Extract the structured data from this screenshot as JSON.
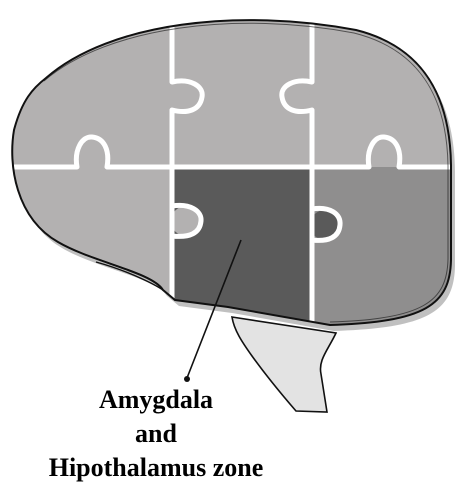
{
  "caption": {
    "line1": "Amygdala",
    "line2": "and",
    "line3": "Hipothalamus zone"
  },
  "colors": {
    "background": "#ffffff",
    "outline": "#111111",
    "piece_light": "#b3b1b1",
    "piece_medium": "#8f8e8e",
    "piece_highlight": "#5a5a5a",
    "brainstem": "#e3e3e3",
    "seam": "#ffffff",
    "shadow": "#8c8c8c"
  },
  "icons": {
    "figure": "brain-puzzle-icon",
    "highlighted_region": "amygdala-hypothalamus-piece"
  }
}
